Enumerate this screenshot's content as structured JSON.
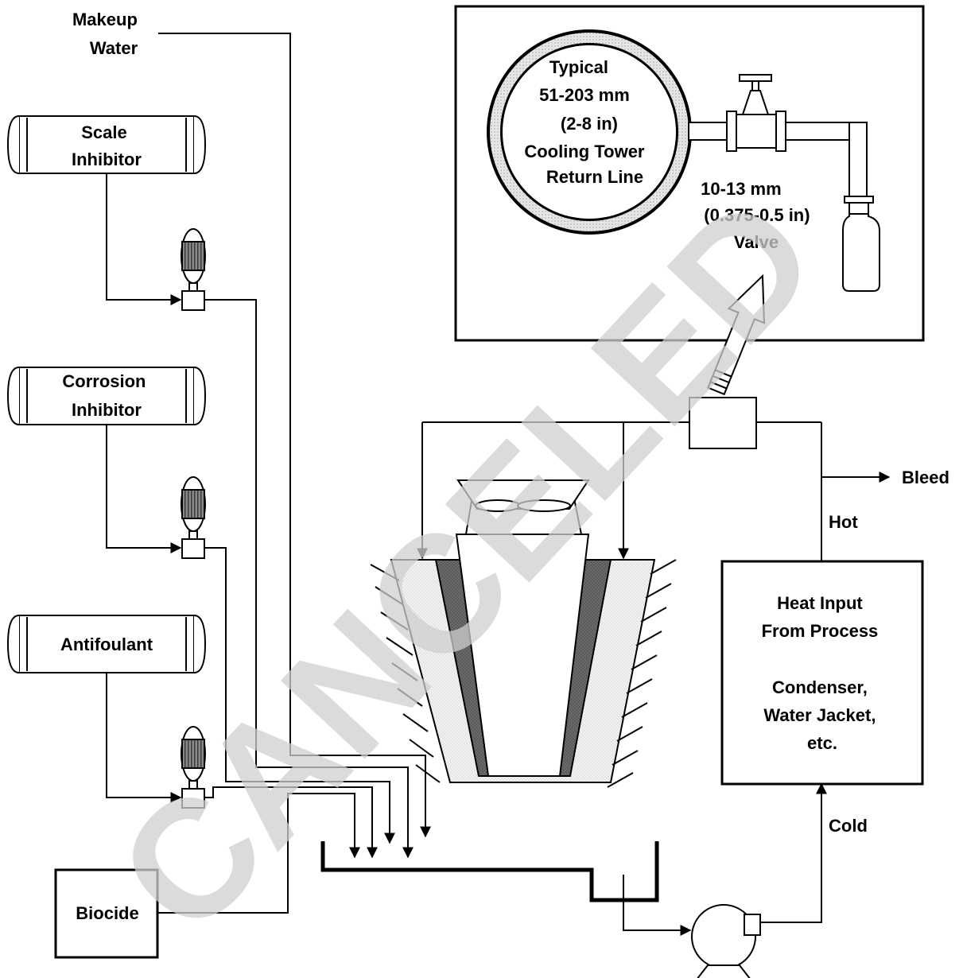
{
  "labels": {
    "makeup_water": [
      "Makeup",
      "Water"
    ],
    "scale_inhibitor": [
      "Scale",
      "Inhibitor"
    ],
    "corrosion_inhibitor": [
      "Corrosion",
      "Inhibitor"
    ],
    "antifoulant": [
      "Antifoulant"
    ],
    "biocide": [
      "Biocide"
    ],
    "return_line": [
      "Typical",
      "51-203 mm",
      "(2-8 in)",
      "Cooling Tower",
      "Return Line"
    ],
    "valve": [
      "10-13 mm",
      "(0.375-0.5 in)",
      "Valve"
    ],
    "bleed": "Bleed",
    "hot": "Hot",
    "cold": "Cold",
    "heat_input": [
      "Heat Input",
      "From Process",
      "",
      "Condenser,",
      "Water Jacket,",
      "etc."
    ]
  },
  "watermark": "CANCELED"
}
